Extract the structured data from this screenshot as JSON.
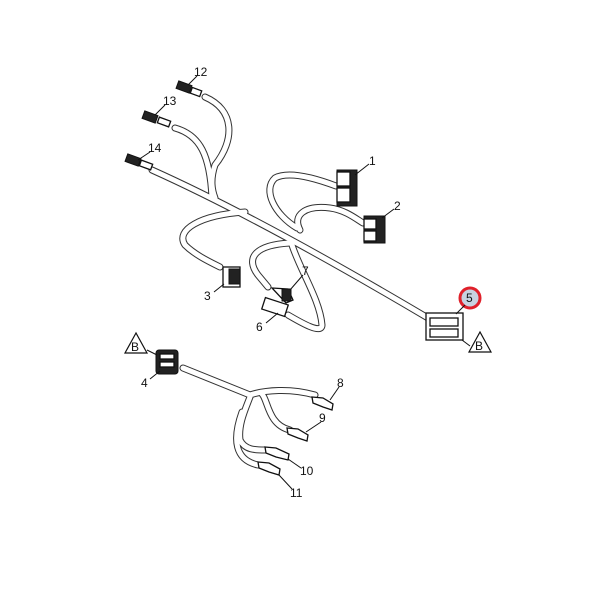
{
  "diagram": {
    "callouts": [
      "1",
      "2",
      "3",
      "4",
      "5",
      "6",
      "7",
      "8",
      "9",
      "10",
      "11",
      "12",
      "13",
      "14"
    ],
    "reference_marks": [
      "B",
      "B"
    ],
    "highlighted_callout": "5",
    "highlight_color": "#e0202a",
    "highlight_fill": "#c8d2e0"
  }
}
